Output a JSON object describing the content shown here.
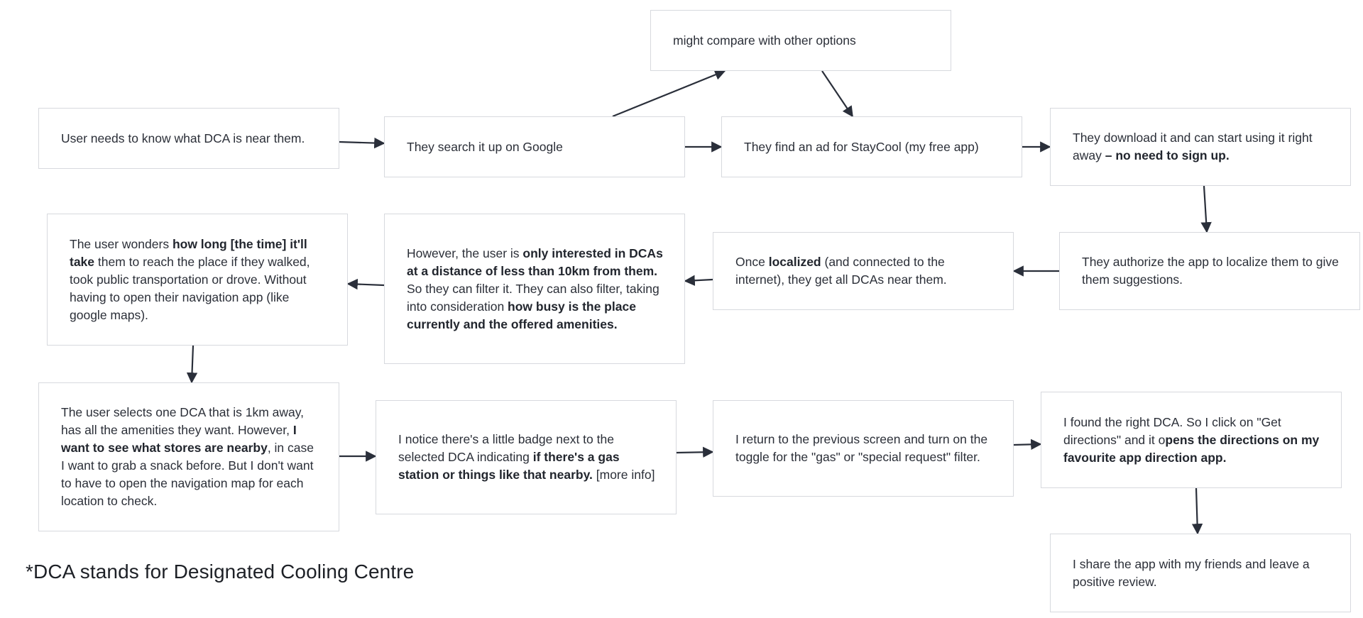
{
  "nodes": {
    "n1": [
      {
        "t": "User needs to know what DCA is near them."
      }
    ],
    "n2": [
      {
        "t": "They search it up on Google"
      }
    ],
    "n3": [
      {
        "t": "might compare with other options"
      }
    ],
    "n4": [
      {
        "t": "They find an ad for StayCool (my free app)"
      }
    ],
    "n5": [
      {
        "t": "They download it and can start using it right away "
      },
      {
        "t": "– no need to sign up.",
        "b": true
      }
    ],
    "n6": [
      {
        "t": "They authorize the app to localize them to give them suggestions."
      }
    ],
    "n7": [
      {
        "t": "Once "
      },
      {
        "t": "localized",
        "b": true
      },
      {
        "t": " (and connected to the internet), they get all DCAs near them."
      }
    ],
    "n8": [
      {
        "t": "However, the user is "
      },
      {
        "t": "only interested in DCAs at a distance of less than 10km from them.",
        "b": true
      },
      {
        "t": " So they can filter it. They can also filter, taking into consideration "
      },
      {
        "t": "how busy is the place currently and the offered amenities.",
        "b": true
      }
    ],
    "n9": [
      {
        "t": "The user wonders "
      },
      {
        "t": "how long [the time] it'll take",
        "b": true
      },
      {
        "t": " them to reach the place if they walked, took public transportation or drove. Without having to open their navigation app (like google maps)."
      }
    ],
    "n10": [
      {
        "t": "The user selects one DCA that is 1km away, has all the amenities they want. However, "
      },
      {
        "t": "I want to see what stores are nearby",
        "b": true
      },
      {
        "t": ", in case I want to grab a snack before. But I don't want to have to open the navigation map for each location to check."
      }
    ],
    "n11": [
      {
        "t": "I notice there's a little badge next to the selected DCA indicating "
      },
      {
        "t": "if there's a gas station or things like that nearby.",
        "b": true
      },
      {
        "t": " [more info]"
      }
    ],
    "n12": [
      {
        "t": "I return to the previous screen and turn on the toggle for the \"gas\" or \"special request\" filter."
      }
    ],
    "n13": [
      {
        "t": "I found the right DCA. So I click on \"Get directions\" and it o"
      },
      {
        "t": "pens the directions on my favourite app direction app.",
        "b": true
      }
    ],
    "n14": [
      {
        "t": "I share the app with my friends and leave a positive review."
      }
    ]
  },
  "edges": [
    [
      "n1",
      "n2"
    ],
    [
      "n2",
      "n3"
    ],
    [
      "n3",
      "n4"
    ],
    [
      "n2",
      "n4"
    ],
    [
      "n4",
      "n5"
    ],
    [
      "n5",
      "n6"
    ],
    [
      "n6",
      "n7"
    ],
    [
      "n7",
      "n8"
    ],
    [
      "n8",
      "n9"
    ],
    [
      "n9",
      "n10"
    ],
    [
      "n10",
      "n11"
    ],
    [
      "n11",
      "n12"
    ],
    [
      "n12",
      "n13"
    ],
    [
      "n13",
      "n14"
    ]
  ],
  "footnote": "*DCA stands for Designated Cooling Centre",
  "colors": {
    "box_border": "#d7d9de",
    "arrow": "#2a2f3a",
    "text": "#2b2f38",
    "background": "#ffffff"
  }
}
